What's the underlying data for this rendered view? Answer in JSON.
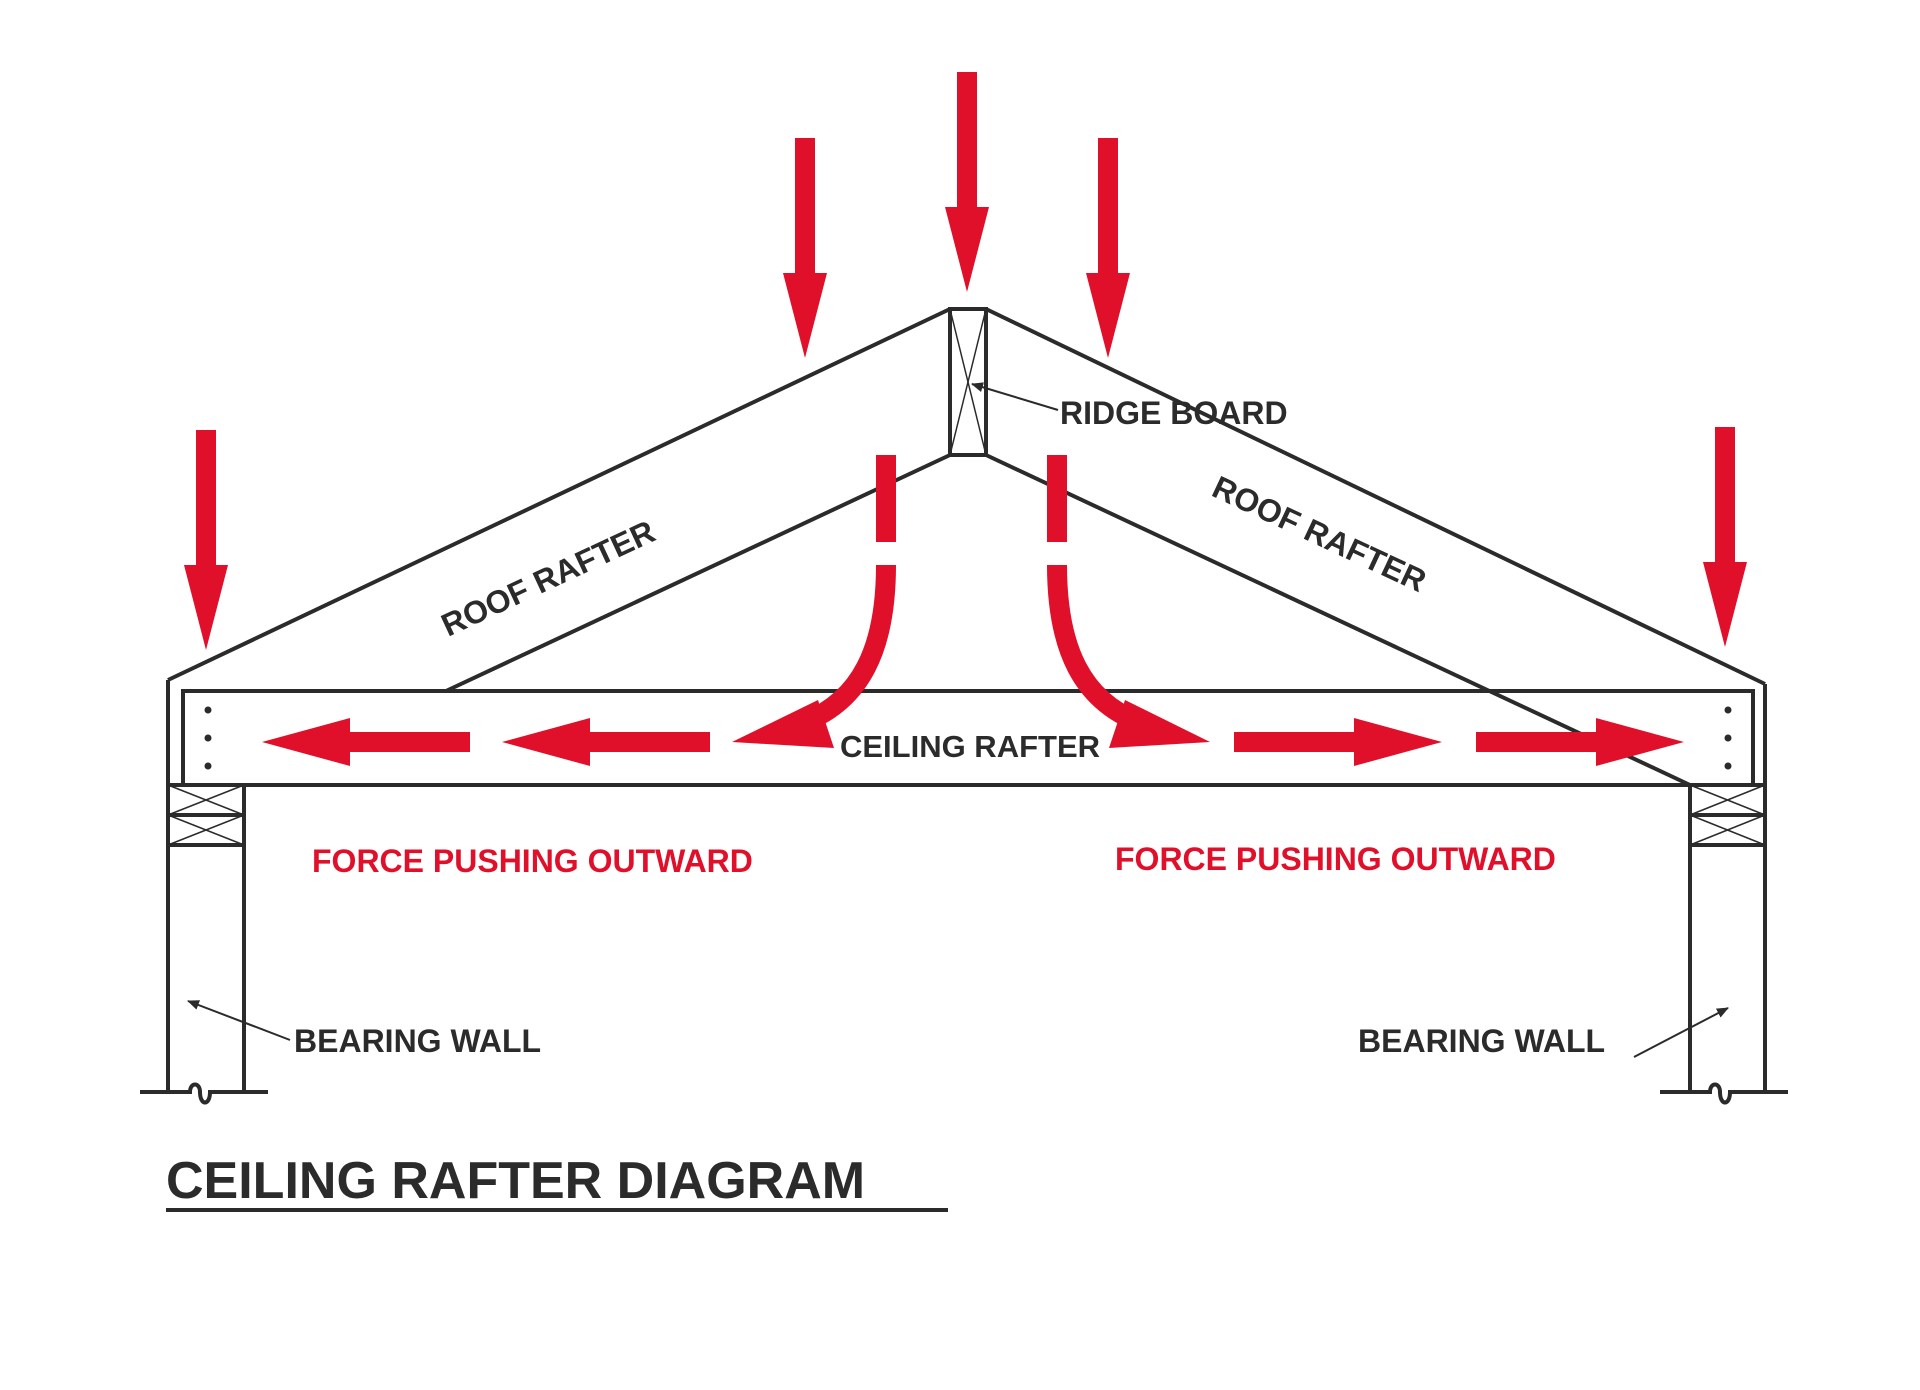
{
  "labels": {
    "ridge_board": "RIDGE BOARD",
    "roof_rafter_left": "ROOF RAFTER",
    "roof_rafter_right": "ROOF RAFTER",
    "ceiling_rafter": "CEILING RAFTER",
    "force_left": "FORCE PUSHING OUTWARD",
    "force_right": "FORCE PUSHING OUTWARD",
    "bearing_wall_left": "BEARING WALL",
    "bearing_wall_right": "BEARING WALL",
    "title": "CEILING RAFTER DIAGRAM"
  },
  "colors": {
    "force": "#e0102b",
    "line": "#2b2b2b",
    "background": "#ffffff"
  }
}
